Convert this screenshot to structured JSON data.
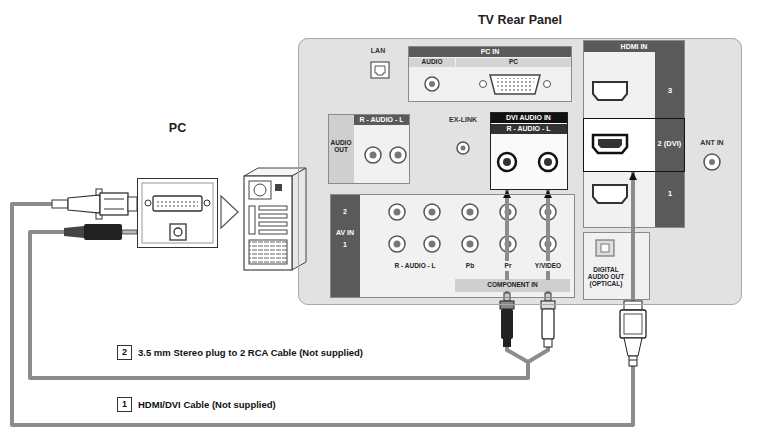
{
  "diagram": {
    "nodes": [
      {
        "text": [
          "TV Rear Panel"
        ]
      },
      {
        "text": [
          "PC IN",
          "AUDIO",
          "PC"
        ],
        "in": 0
      },
      {
        "text": [
          "HDMI IN",
          "3",
          "1"
        ],
        "in": 0
      },
      {
        "text": [
          "2 (DVI)"
        ],
        "in": 2
      },
      {
        "text": [
          "R - AUDIO - L",
          "AUDIO OUT"
        ],
        "in": 0
      },
      {
        "text": [
          "DVI AUDIO IN",
          "R - AUDIO - L"
        ],
        "in": 0
      },
      {
        "text": [
          "2",
          "AV IN",
          "1",
          "R - AUDIO - L",
          "Pb",
          "Pr",
          "Y/VIDEO",
          "COMPONENT IN"
        ],
        "in": 0
      },
      {
        "text": [
          "DIGITAL AUDIO OUT (OPTICAL)"
        ],
        "in": 0
      },
      {
        "text": [
          "PC"
        ]
      },
      {
        "text": [
          "2"
        ]
      },
      {
        "text": [
          "1"
        ]
      }
    ],
    "edges": [
      {
        "from": 8,
        "to": 5,
        "arrow": "to",
        "label": "3.5 mm Stereo plug to 2 RCA Cable (Not supplied)"
      },
      {
        "from": 8,
        "to": 3,
        "arrow": "to",
        "label": "HDMI/DVI Cable (Not supplied)"
      }
    ],
    "labels": [
      "LAN",
      "EX-LINK",
      "ANT IN"
    ]
  }
}
